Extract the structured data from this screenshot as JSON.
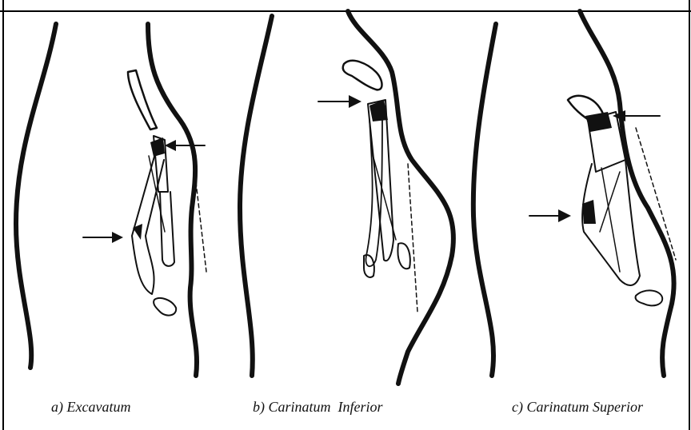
{
  "panels": [
    {
      "id": "a",
      "caption": "a) Excavatum"
    },
    {
      "id": "b",
      "caption": "b) Carinatum  Inferior"
    },
    {
      "id": "c",
      "caption": "c) Carinatum Superior"
    }
  ],
  "colors": {
    "line": "#111111",
    "background": "#ffffff",
    "border": "#000000"
  }
}
